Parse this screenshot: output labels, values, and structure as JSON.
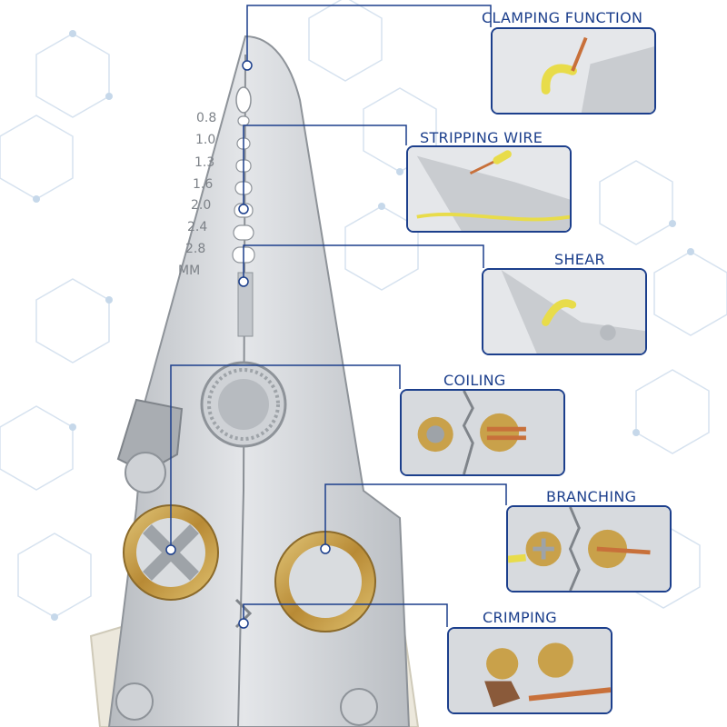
{
  "features": [
    {
      "id": "clamping",
      "title": "CLAMPING FUNCTION"
    },
    {
      "id": "stripping",
      "title": "STRIPPING WIRE"
    },
    {
      "id": "shear",
      "title": "SHEAR"
    },
    {
      "id": "coiling",
      "title": "COILING"
    },
    {
      "id": "branching",
      "title": "BRANCHING"
    },
    {
      "id": "crimping",
      "title": "CRIMPING"
    }
  ],
  "tool": {
    "gauge_scale": [
      "0.8",
      "1.0",
      "1.3",
      "1.6",
      "2.0",
      "2.4",
      "2.8"
    ],
    "gauge_unit": "MM"
  },
  "colors": {
    "accent": "#1c3f8c",
    "wire_insulation": "#e8dc4a",
    "copper": "#c8703a",
    "brass": "#c9a14a",
    "steel": "#d3d6da",
    "handle": "#ece8dc"
  }
}
